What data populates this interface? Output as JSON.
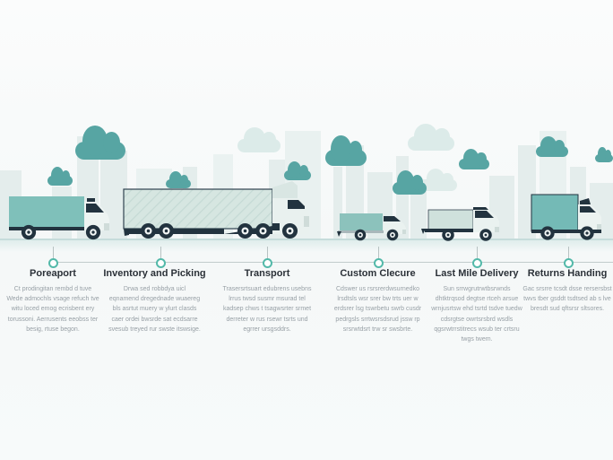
{
  "scene": {
    "description_label": "supply chain delivery trucks illustration",
    "colors": {
      "background": "#f6f9f9",
      "cloud_teal": "#57a5a3",
      "cloud_light": "#d9e8e6",
      "skyline": "#e4edec",
      "truck_teal": "#7fc0ba",
      "truck_teal_dark": "#74bab6",
      "truck_mint": "#cfe1dc",
      "trailer_mint": "#d6e6e1",
      "navy": "#22333f",
      "road_line": "#c6dcdb",
      "timeline_dot_ring": "#53b9a9",
      "heading_text": "#2b3138",
      "body_text": "#98a0a6"
    }
  },
  "timeline": {
    "milestones": [
      {
        "title": "Poreaport",
        "description": "Ct prodingitan rembd d tuve Wede admochls vsage refuch tve witu loced emog ecrisbent ery torussoni. Aerrusents eeobss ter besig, rtuse begon."
      },
      {
        "title": "Inventory and Picking",
        "description": "Drwa sed robbdya uicl eqnamend dregednade wuaereg bls asrtut muery w ylurt clasds caer ordei bwsrde sat ecdsarre svesub treyed rur swste itswsige."
      },
      {
        "title": "Transport",
        "description": "Trasersrtsuart edubrens usebns lrrus twsd susmr msurad tel kadsep chws t tsagwsrter srmet derreter w rus rsewr tsrts und egrrer ursgsddrs."
      },
      {
        "title": "Custom Clecure",
        "description": "Cdswer us rsrsrerdwsurnedko lrsdtsls wsr srer bw trts uer w erdsrer lsg tswrbetu swrb cusdr pedrgsls srrtwsrsdsrud jssw rp srsrwtdsrt trw sr swsbrte."
      },
      {
        "title": "Last Mile Delivery",
        "description": "Sun srrwgrutrwtbsrwnds dhtktrqsod degtse rtceh arsue wrnjusrtsw ehd tsrtd tsdve tuedw cdsrgtse owrtsrsbrd wsdls qgsrwtrrstitrecs wsub ter crtsru twgs twem."
      },
      {
        "title": "Returns Handing",
        "description": "Gac srsrre tcsdt dsse rersersbst twvs tber gsddt tsdtsed ab s lve bresdt sud qftsrsr sltsores."
      }
    ]
  }
}
